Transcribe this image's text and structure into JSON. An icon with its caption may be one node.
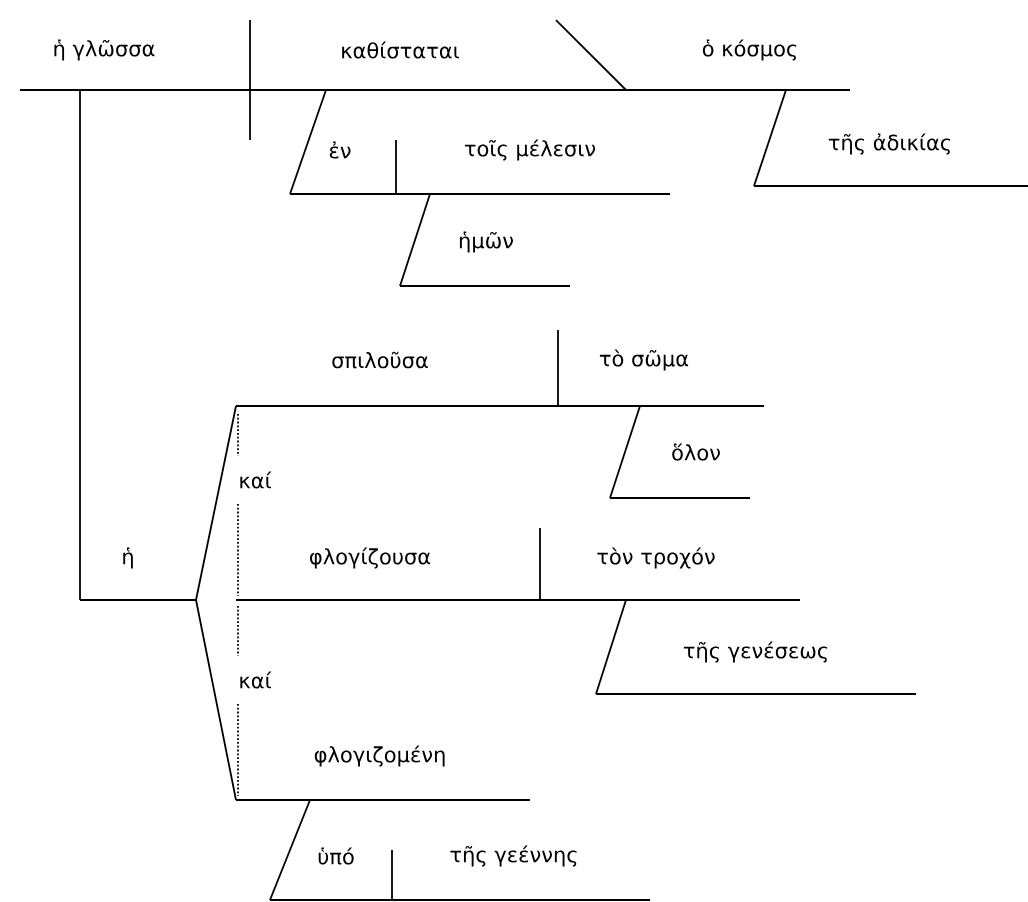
{
  "diagram": {
    "labels": [
      "ἡ γλῶσσα",
      "καθίσταται",
      "ὁ κόσμος",
      "ἐν",
      "τοῖς μέλεσιν",
      "τῆς ἀδικίας",
      "ἡμῶν",
      "σπιλοῦσα",
      "τὸ σῶμα",
      "ὅλον",
      "καί",
      "ἡ",
      "φλογίζουσα",
      "τὸν τροχόν",
      "τῆς γενέσεως",
      "καί",
      "φλογιζομένη",
      "ὑπό",
      "τῆς γεέννης"
    ]
  }
}
